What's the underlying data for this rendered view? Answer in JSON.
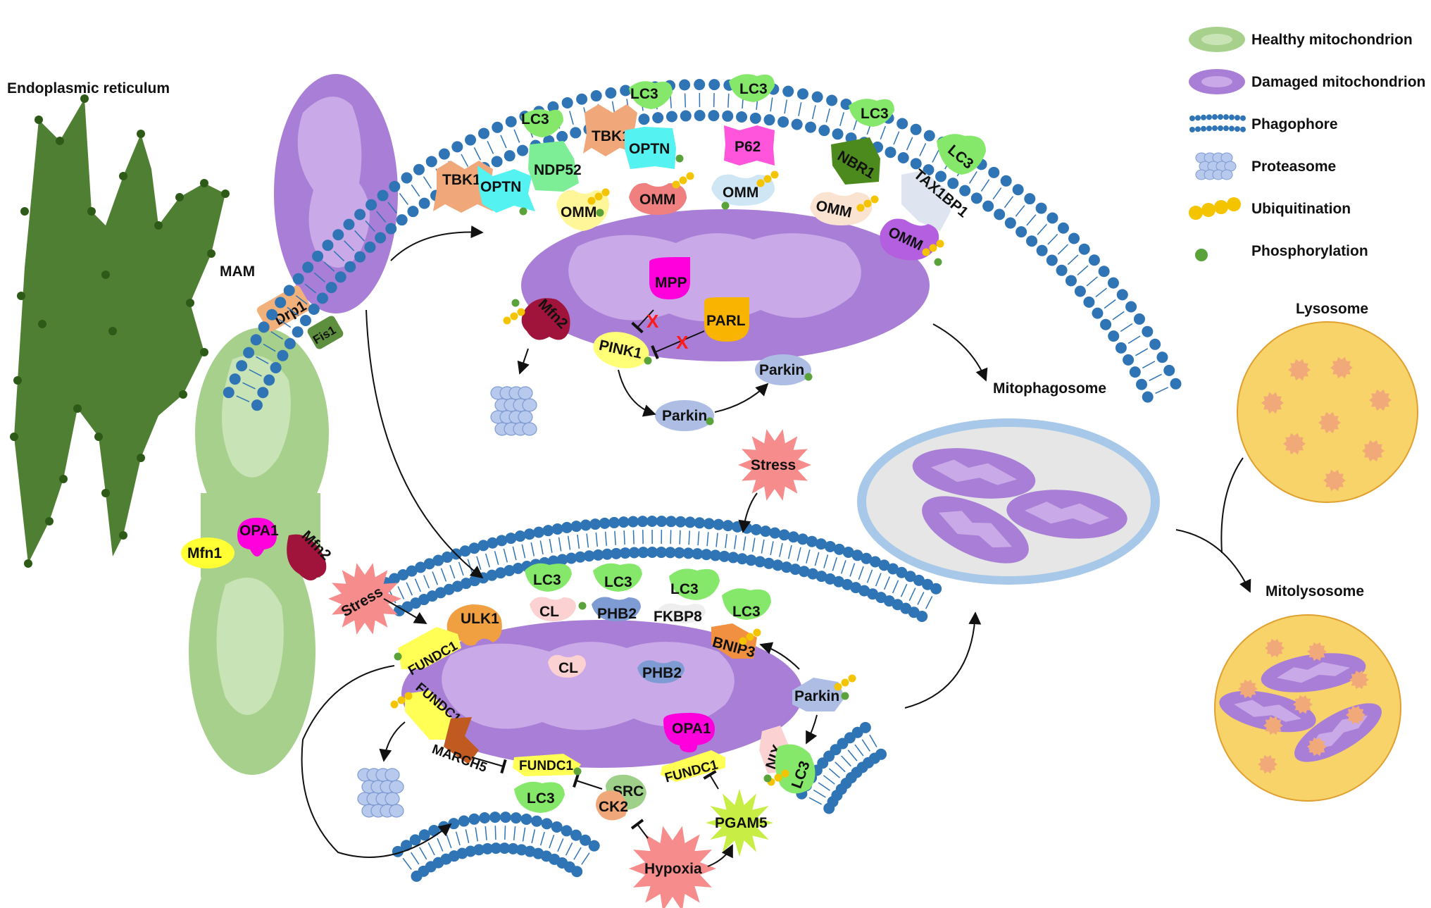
{
  "labels": {
    "er": "Endoplasmic reticulum",
    "mam": "MAM",
    "drp1": "Drp1",
    "fis1": "Fis1",
    "mfn1": "Mfn1",
    "opa1_left": "OPA1",
    "mfn2_left": "Mfn2",
    "mitophagosome": "Mitophagosome",
    "mitolysosome": "Mitolysosome",
    "lysosome": "Lysosome"
  },
  "legend": [
    {
      "icon": "healthy-mitochondrion",
      "label": "Healthy mitochondrion"
    },
    {
      "icon": "damaged-mitochondrion",
      "label": "Damaged mitochondrion"
    },
    {
      "icon": "phagophore",
      "label": "Phagophore"
    },
    {
      "icon": "proteasome",
      "label": "Proteasome"
    },
    {
      "icon": "ubiquitination",
      "label": "Ubiquitination"
    },
    {
      "icon": "phosphorylation",
      "label": "Phosphorylation"
    }
  ],
  "top_pathway": {
    "receptors": [
      "TBK1",
      "OPTN",
      "LC3",
      "NDP52",
      "OMM",
      "TBK1",
      "LC3",
      "OPTN",
      "OMM",
      "LC3",
      "P62",
      "OMM",
      "LC3",
      "NBR1",
      "OMM",
      "LC3",
      "TAX1BP1",
      "OMM"
    ],
    "mpp": "MPP",
    "parl": "PARL",
    "pink1": "PINK1",
    "mfn2": "Mfn2",
    "parkin_a": "Parkin",
    "parkin_b": "Parkin",
    "inhibit_mark": "X"
  },
  "bottom_pathway": {
    "stress_top": "Stress",
    "stress_left": "Stress",
    "lc3_cl": "LC3",
    "cl_outer": "CL",
    "lc3_phb2": "LC3",
    "phb2_outer": "PHB2",
    "lc3_fkbp8": "LC3",
    "fkbp8": "FKBP8",
    "lc3_bnip3": "LC3",
    "bnip3": "BNIP3",
    "ulk1": "ULK1",
    "fundc1_a": "FUNDC1",
    "cl_inner": "CL",
    "phb2_inner": "PHB2",
    "parkin": "Parkin",
    "fundc1_b": "FUNDC1",
    "march5": "MARCH5",
    "opa1": "OPA1",
    "fundc1_c": "FUNDC1",
    "fundc1_d": "FUNDC1",
    "nix": "NIX",
    "lc3_nix": "LC3",
    "lc3_fundc1": "LC3",
    "src": "SRC",
    "ck2": "CK2",
    "pgam5": "PGAM5",
    "hypoxia": "Hypoxia"
  },
  "colors": {
    "er": "#4f7f32",
    "healthy": "#a7d08c",
    "damaged": "#a97ed6",
    "damaged_inner": "#c9a9e8",
    "phagophore": "#2f74b5",
    "lc3": "#86e86a",
    "ubiquitin": "#f5c400",
    "phospho": "#5aa33b",
    "lysosome": "#f8d36a",
    "stress": "#f68c8c"
  }
}
